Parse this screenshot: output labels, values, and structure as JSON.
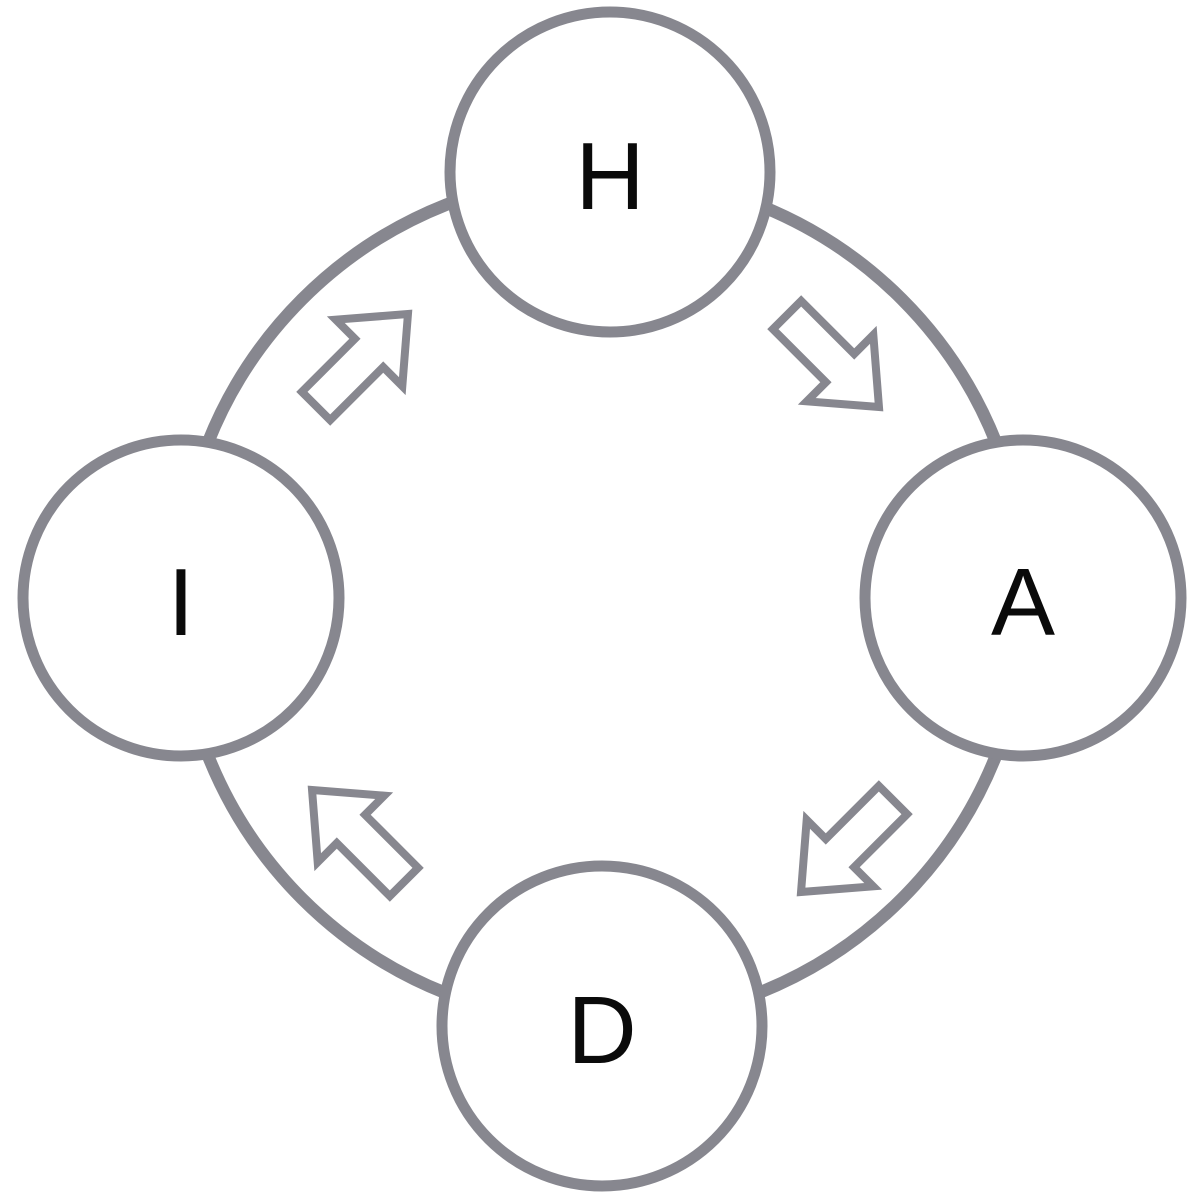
{
  "diagram": {
    "type": "cycle",
    "direction": "clockwise",
    "nodes": [
      {
        "label": "H",
        "position": "top"
      },
      {
        "label": "A",
        "position": "right"
      },
      {
        "label": "D",
        "position": "bottom"
      },
      {
        "label": "I",
        "position": "left"
      }
    ],
    "arrows": [
      {
        "from": "H",
        "to": "A",
        "points": "down-right"
      },
      {
        "from": "A",
        "to": "D",
        "points": "down-left"
      },
      {
        "from": "D",
        "to": "I",
        "points": "up-left"
      },
      {
        "from": "I",
        "to": "H",
        "points": "up-right"
      }
    ],
    "colors": {
      "outline": "#87878F",
      "node_fill": "#FFFFFF",
      "label_text": "#0A0A0A",
      "background": "#FFFFFF"
    }
  }
}
